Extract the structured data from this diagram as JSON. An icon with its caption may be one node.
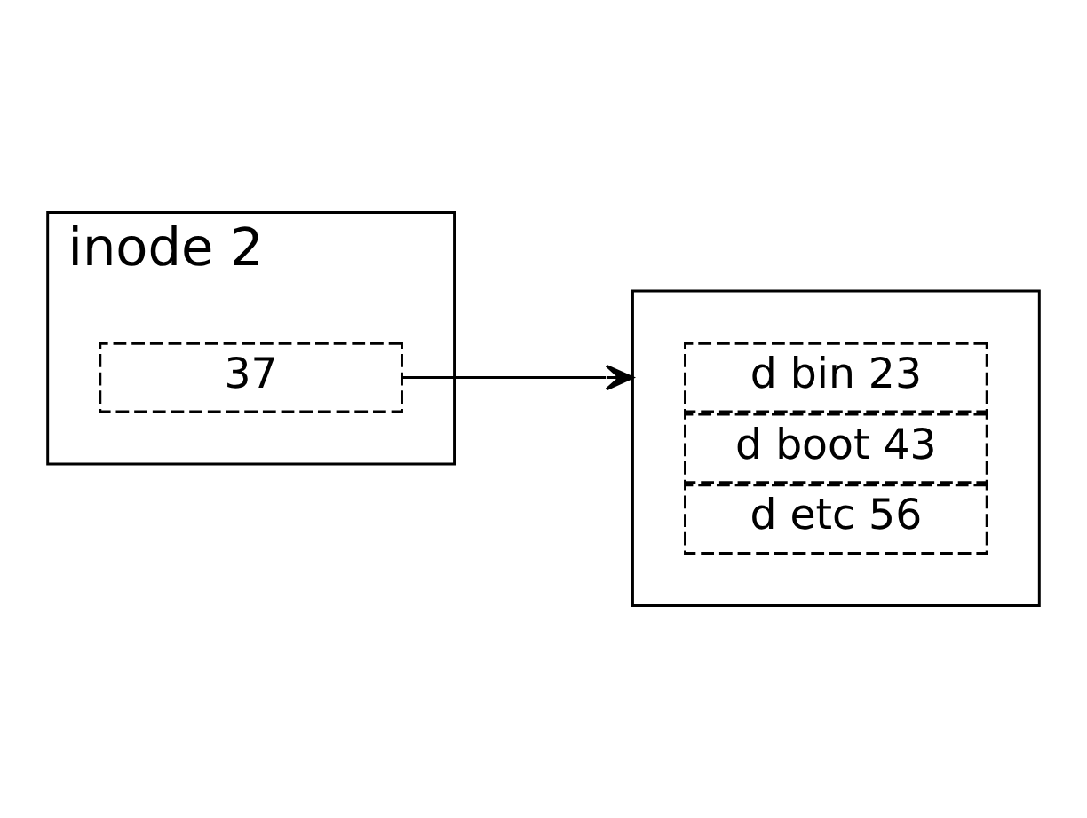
{
  "diagram": {
    "nodes": [
      {
        "text": [
          "inode 2"
        ]
      },
      {
        "text": [
          "37"
        ],
        "in": 0
      },
      {
        "text": [],
        "shape": "box"
      },
      {
        "text": [
          "d bin 23"
        ],
        "in": 2
      },
      {
        "text": [
          "d boot 43"
        ],
        "in": 2
      },
      {
        "text": [
          "d etc 56"
        ],
        "in": 2
      }
    ],
    "edges": [
      {
        "from": 1,
        "to": 2,
        "arrow": "to"
      }
    ]
  }
}
